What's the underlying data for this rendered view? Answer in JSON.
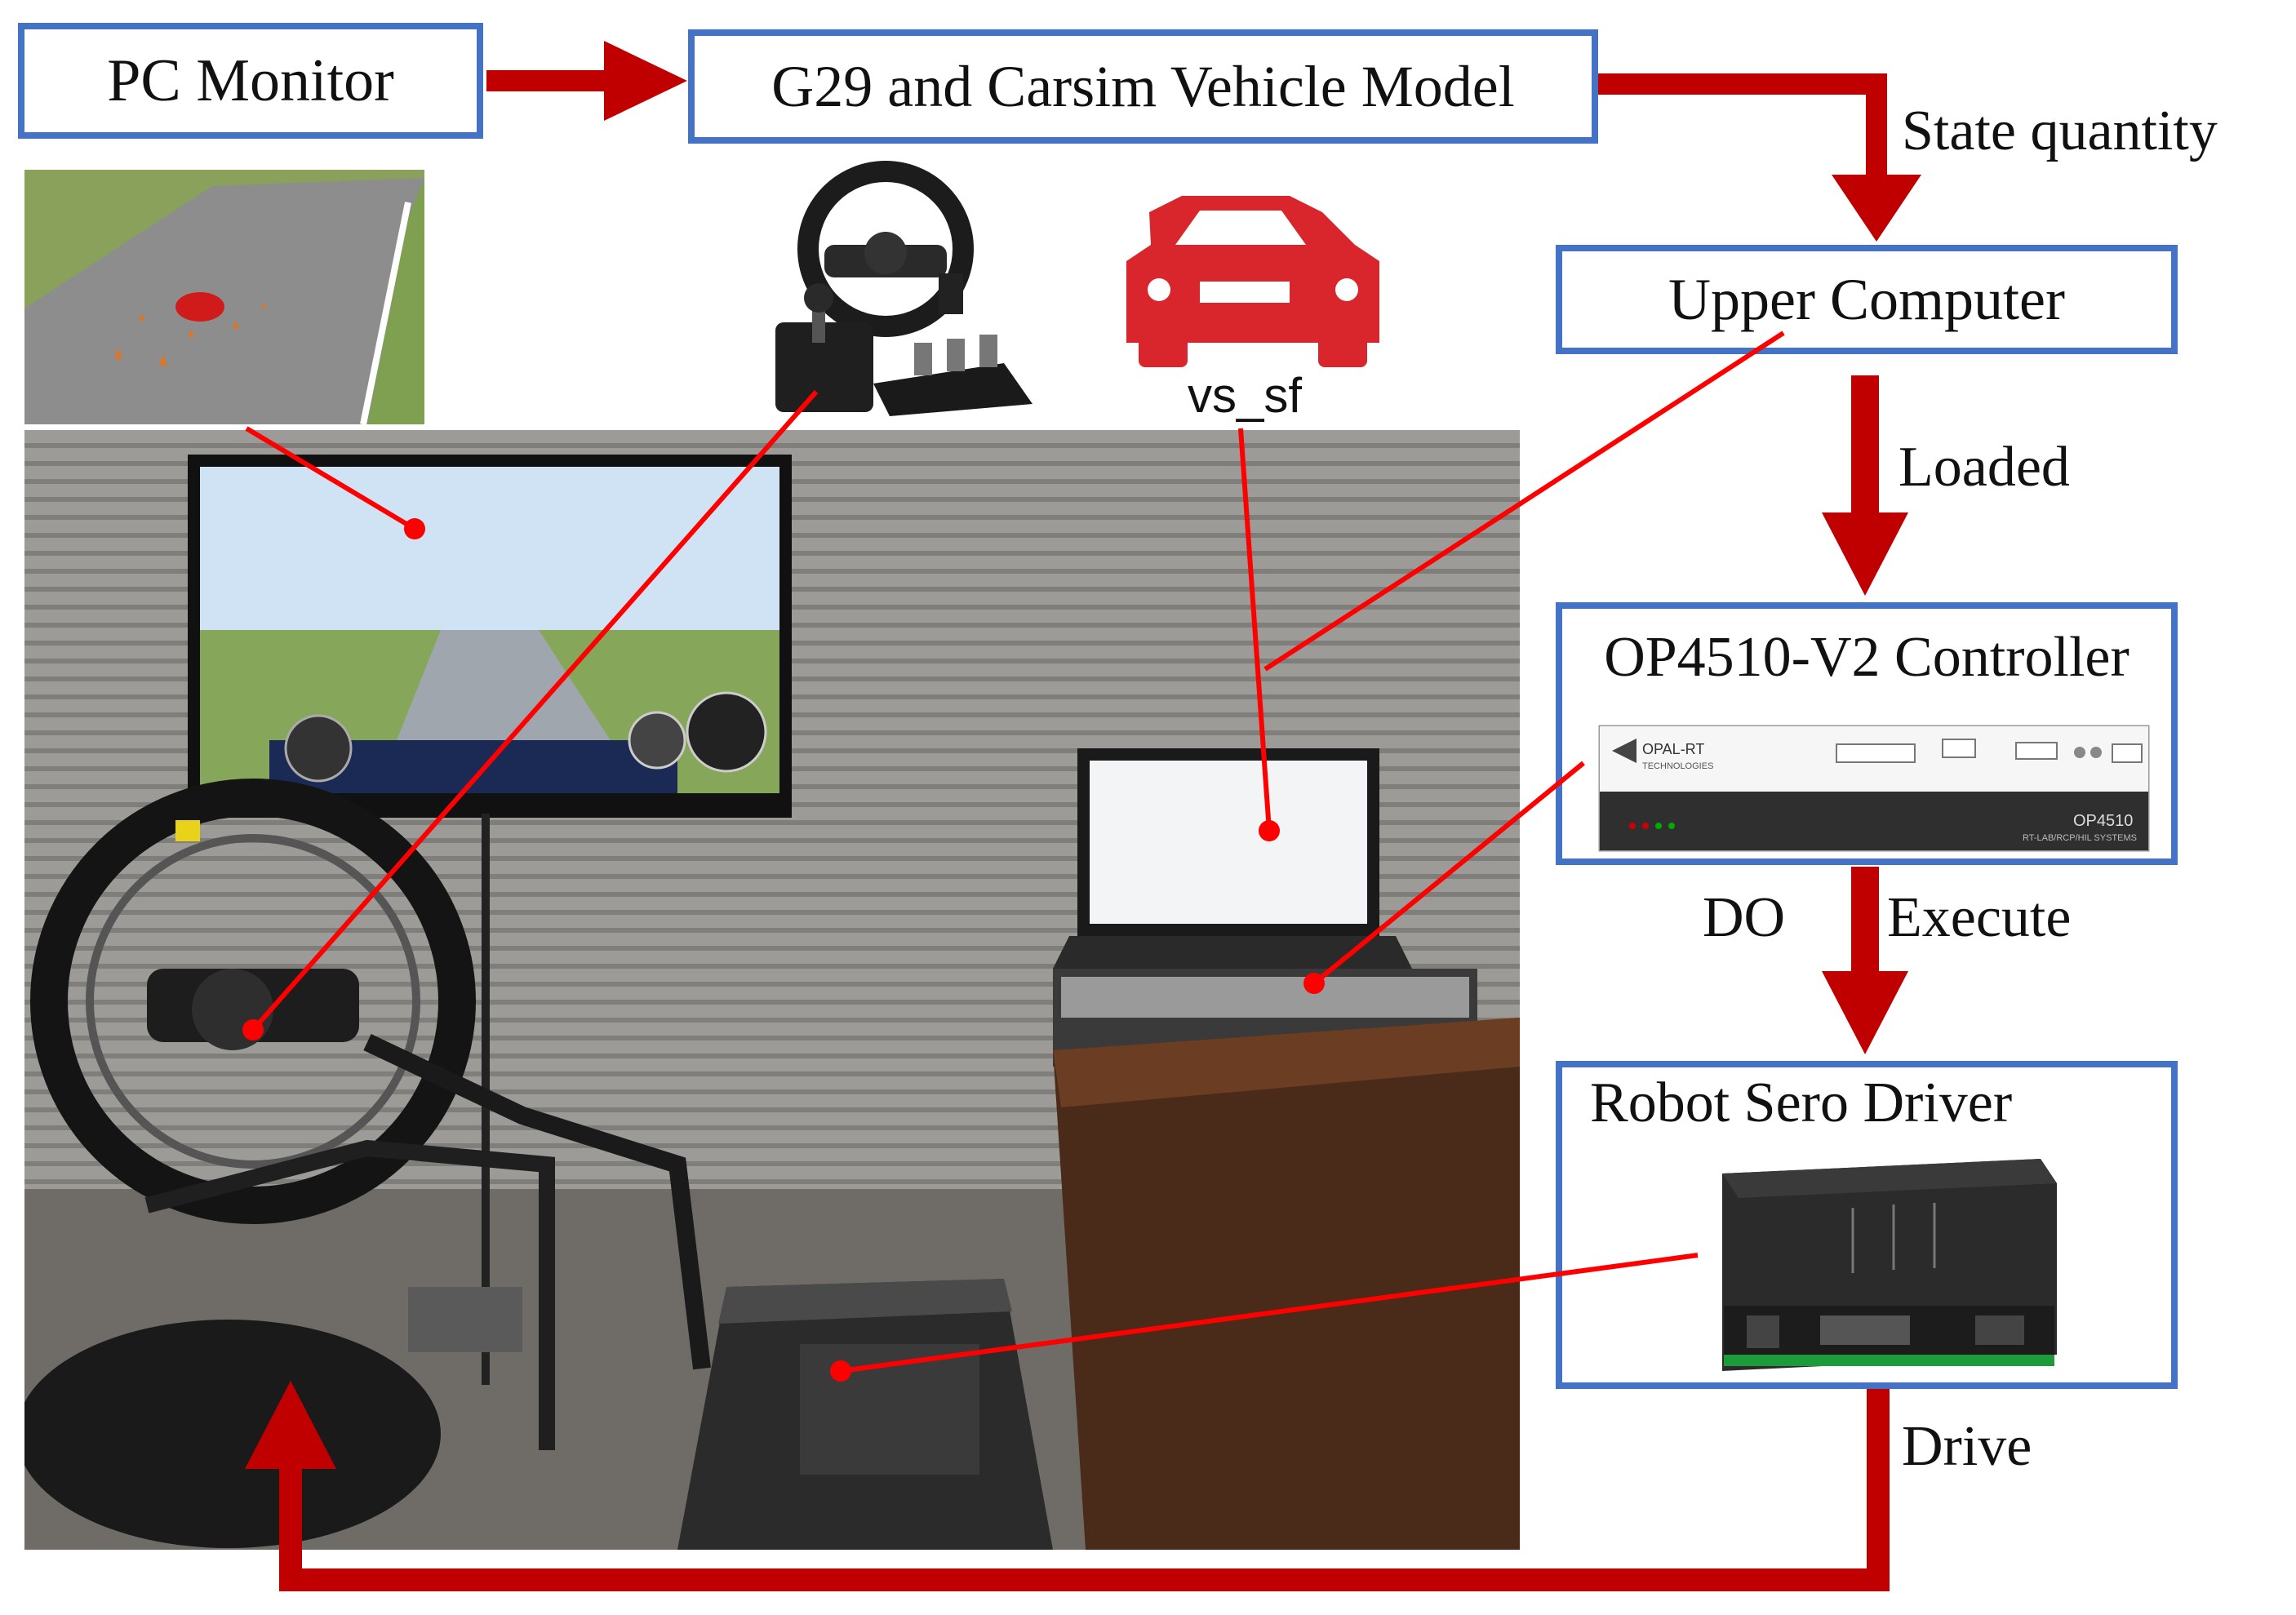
{
  "nodes": {
    "pc_monitor": "PC Monitor",
    "g29_model": "G29 and Carsim Vehicle Model",
    "upper_computer": "Upper Computer",
    "op4510": "OP4510-V2 Controller",
    "robot_driver": "Robot Sero Driver"
  },
  "edges": {
    "state_quantity": "State quantity",
    "loaded": "Loaded",
    "do": "DO",
    "execute": "Execute",
    "drive": "Drive"
  },
  "car_icon_label": "vs_sf",
  "device_text": {
    "opal_brand": "OPAL-RT",
    "opal_sub": "TECHNOLOGIES",
    "opal_model": "OP4510",
    "opal_tag": "RT-LAB/RCP/HIL SYSTEMS"
  },
  "colors": {
    "box_border": "#4472c4",
    "arrow": "#c00000",
    "pointer": "#ff0000"
  }
}
